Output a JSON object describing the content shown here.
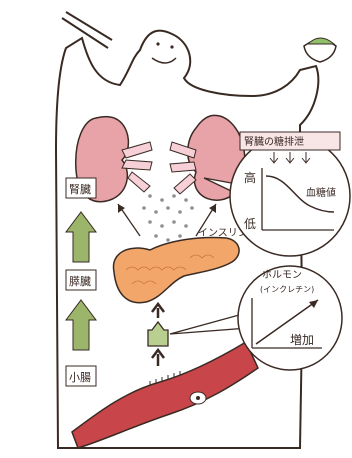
{
  "organs": {
    "kidney_label": "腎臓",
    "pancreas_label": "膵臓",
    "intestine_label": "小腸"
  },
  "insulin_label": "インスリン",
  "graph_kidney": {
    "title": "腎臓の糖排泄",
    "y_high": "高",
    "y_low": "低",
    "curve_label": "血糖値"
  },
  "graph_hormone": {
    "title": "ホルモン",
    "subtitle": "(インクレチン)",
    "increase": "増加"
  },
  "colors": {
    "body_outline": "#3a2a24",
    "kidney": "#e8a3a8",
    "kidney_pelvis": "#f6d0d6",
    "pancreas": "#f2a66a",
    "intestine": "#c8464a",
    "arrow_green": "#9bb56a",
    "gland_green": "#b9cf8f",
    "dots": "#8f8f8f",
    "food_green": "#8fbf6a"
  }
}
